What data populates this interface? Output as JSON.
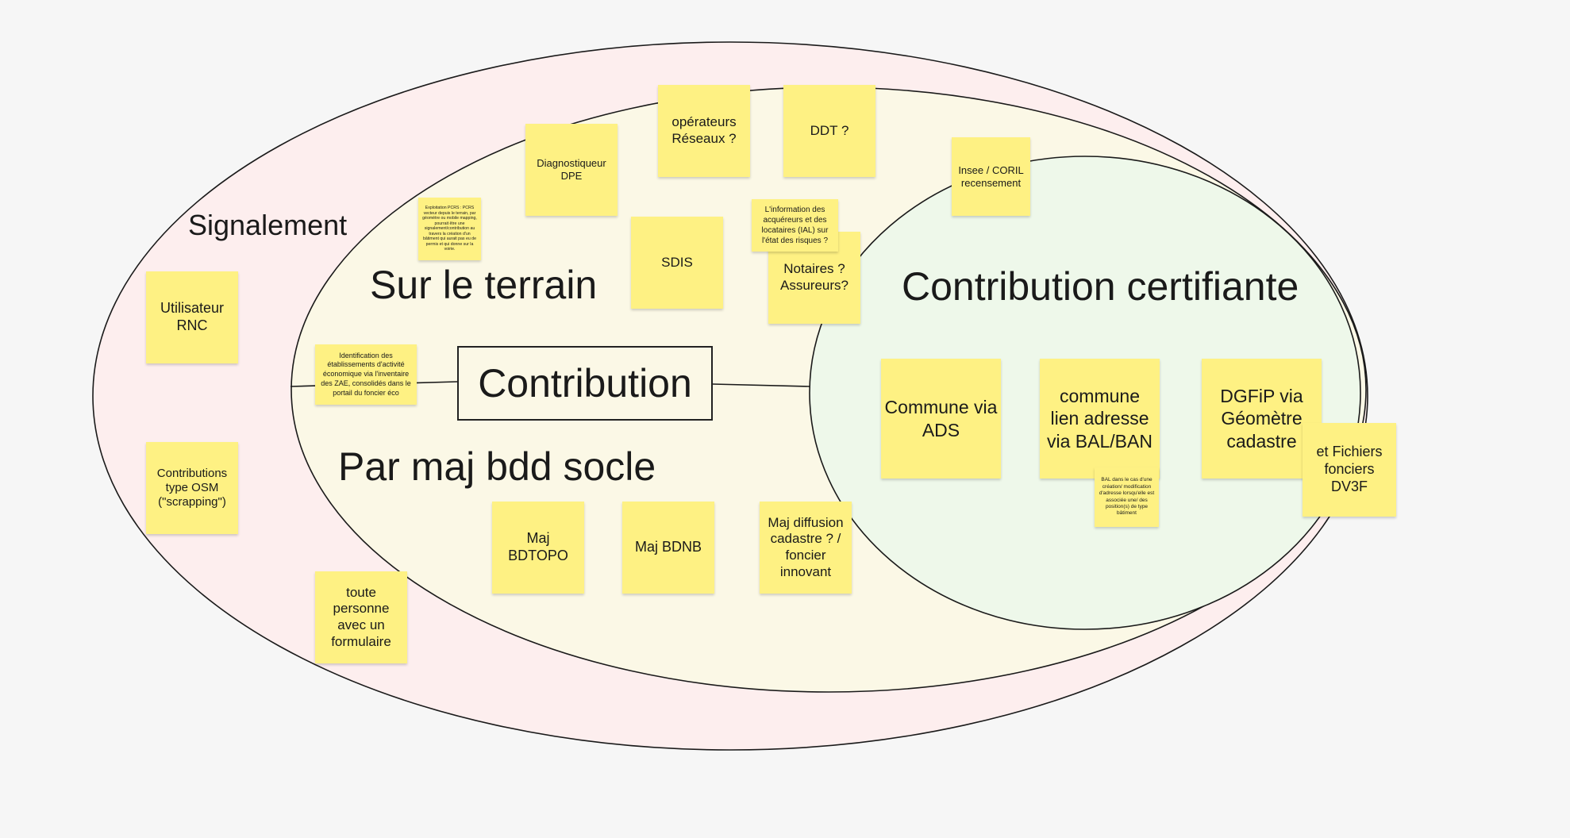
{
  "colors": {
    "signalement_fill": "#fdeeee",
    "terrain_fill": "#fbf8e6",
    "certifiante_fill": "#eef8ea",
    "sticky": "#fef183",
    "stroke": "#1a1a1a",
    "background": "#f6f6f6"
  },
  "labels": {
    "signalement": "Signalement",
    "sur_le_terrain": "Sur le terrain",
    "par_maj": "Par maj bdd socle",
    "contribution": "Contribution",
    "certifiante": "Contribution certifiante"
  },
  "stickies": {
    "utilisateur_rnc": "Utilisateur RNC",
    "contributions_osm": "Contributions type OSM (\"scrapping\")",
    "toute_personne": "toute personne avec un formulaire",
    "exploitation_pcrs": "Exploitation PCRS : PCRS vecteur depuis le terrain, par géomètre ou mobile mapping, pourrait être une signalement/contribution au travers la création d'un bâtiment qui aurait pas eu de permis et qui donne sur la voirie.",
    "diagnostiqueur": "Diagnostiqueur DPE",
    "operateurs": "opérateurs Réseaux ?",
    "ddt": "DDT ?",
    "sdis": "SDIS",
    "information_ial": "L'information des acquéreurs et des locataires (IAL) sur l'état des risques ?",
    "notaires": "Notaires ? Assureurs?",
    "insee": "Insee / CORIL recensement",
    "identification": "Identification des établissements d'activité économique via l'inventaire des ZAE, consolidés dans le portail du foncier éco",
    "maj_bdtopo": "Maj BDTOPO",
    "maj_bdnb": "Maj BDNB",
    "maj_diffusion": "Maj diffusion cadastre ? / foncier innovant",
    "commune_ads": "Commune via ADS",
    "commune_bal": "commune lien adresse via BAL/BAN",
    "bal_note": "BAL dans le cas d'une création/ modification d'adresse lorsqu'elle est associée une/ des position(s) de type bâtiment",
    "dgfip": "DGFiP via Géomètre cadastre",
    "fichiers_fonciers": "et Fichiers fonciers DV3F"
  }
}
